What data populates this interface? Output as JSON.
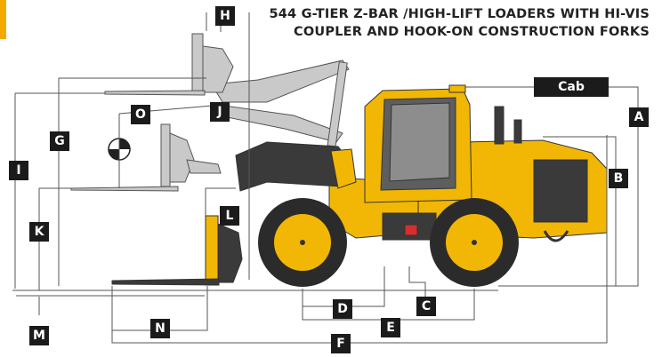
{
  "title_line1": "544 G-TIER Z-BAR /HIGH-LIFT LOADERS WITH HI-VIS",
  "title_line2": "COUPLER AND HOOK-ON CONSTRUCTION FORKS",
  "labels": {
    "cab": "Cab",
    "a": "A",
    "b": "B",
    "c": "C",
    "d": "D",
    "e": "E",
    "f": "F",
    "g": "G",
    "h": "H",
    "i": "I",
    "j": "J",
    "k": "K",
    "l": "L",
    "m": "M",
    "n": "N",
    "o": "O"
  },
  "colors": {
    "machine_yellow": "#f2b705",
    "raised_gray": "#c9c9c9",
    "label_black": "#1b1b1b",
    "accent_orange": "#f2a900",
    "dark": "#3a3a3a"
  }
}
